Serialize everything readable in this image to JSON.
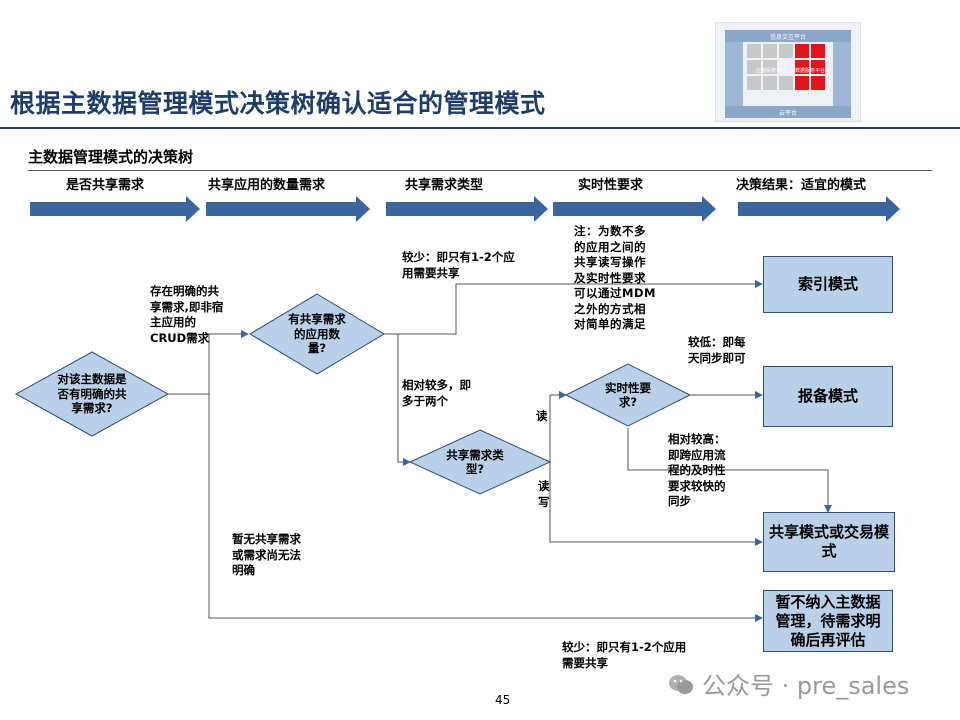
{
  "title": "根据主数据管理模式决策树确认适合的管理模式",
  "subtitle": "主数据管理模式的决策树",
  "logo_diagram": {
    "top_label": "信息交互平台",
    "bottom_label": "云平台",
    "left_label": "应用系统平台",
    "right_label": "数据服务平台"
  },
  "stages": [
    "是否共享需求",
    "共享应用的数量需求",
    "共享需求类型",
    "实时性要求",
    "决策结果：适宜的模式"
  ],
  "diamonds": {
    "d1": "对该主数据是否有明确的共享需求?",
    "d2": "有共享需求的应用数量?",
    "d3": "共享需求类型?",
    "d4": "实时性要求?"
  },
  "boxes": {
    "index": "索引模式",
    "backup": "报备模式",
    "shared": "共享模式或交易模式",
    "none": "暂不纳入主数据管理，待需求明确后再评估"
  },
  "labels": {
    "explicit_need": "存在明确的共享需求,即非宿主应用的CRUD需求",
    "few_apps": "较少：即只有1-2个应用需要共享",
    "note": "注：为数不多的应用之间的共享读写操作及实时性要求可以通过MDM之外的方式相对简单的满足",
    "more_apps": "相对较多，即多于两个",
    "read": "读",
    "read_write": "读写",
    "low_rt": "较低：即每天同步即可",
    "high_rt": "相对较高：即跨应用流程的及时性要求较快的同步",
    "no_need": "暂无共享需求或需求尚无法明确",
    "few_apps_bottom": "较少：即只有1-2个应用需要共享"
  },
  "page_number": "45",
  "watermark": "公众号 · pre_sales",
  "colors": {
    "title": "#1f3d6b",
    "arrow": "#3a66a0",
    "diamond_fill": "#b9d0e8",
    "box_fill": "#b9d0e8",
    "logo_red": "#e0161b"
  }
}
